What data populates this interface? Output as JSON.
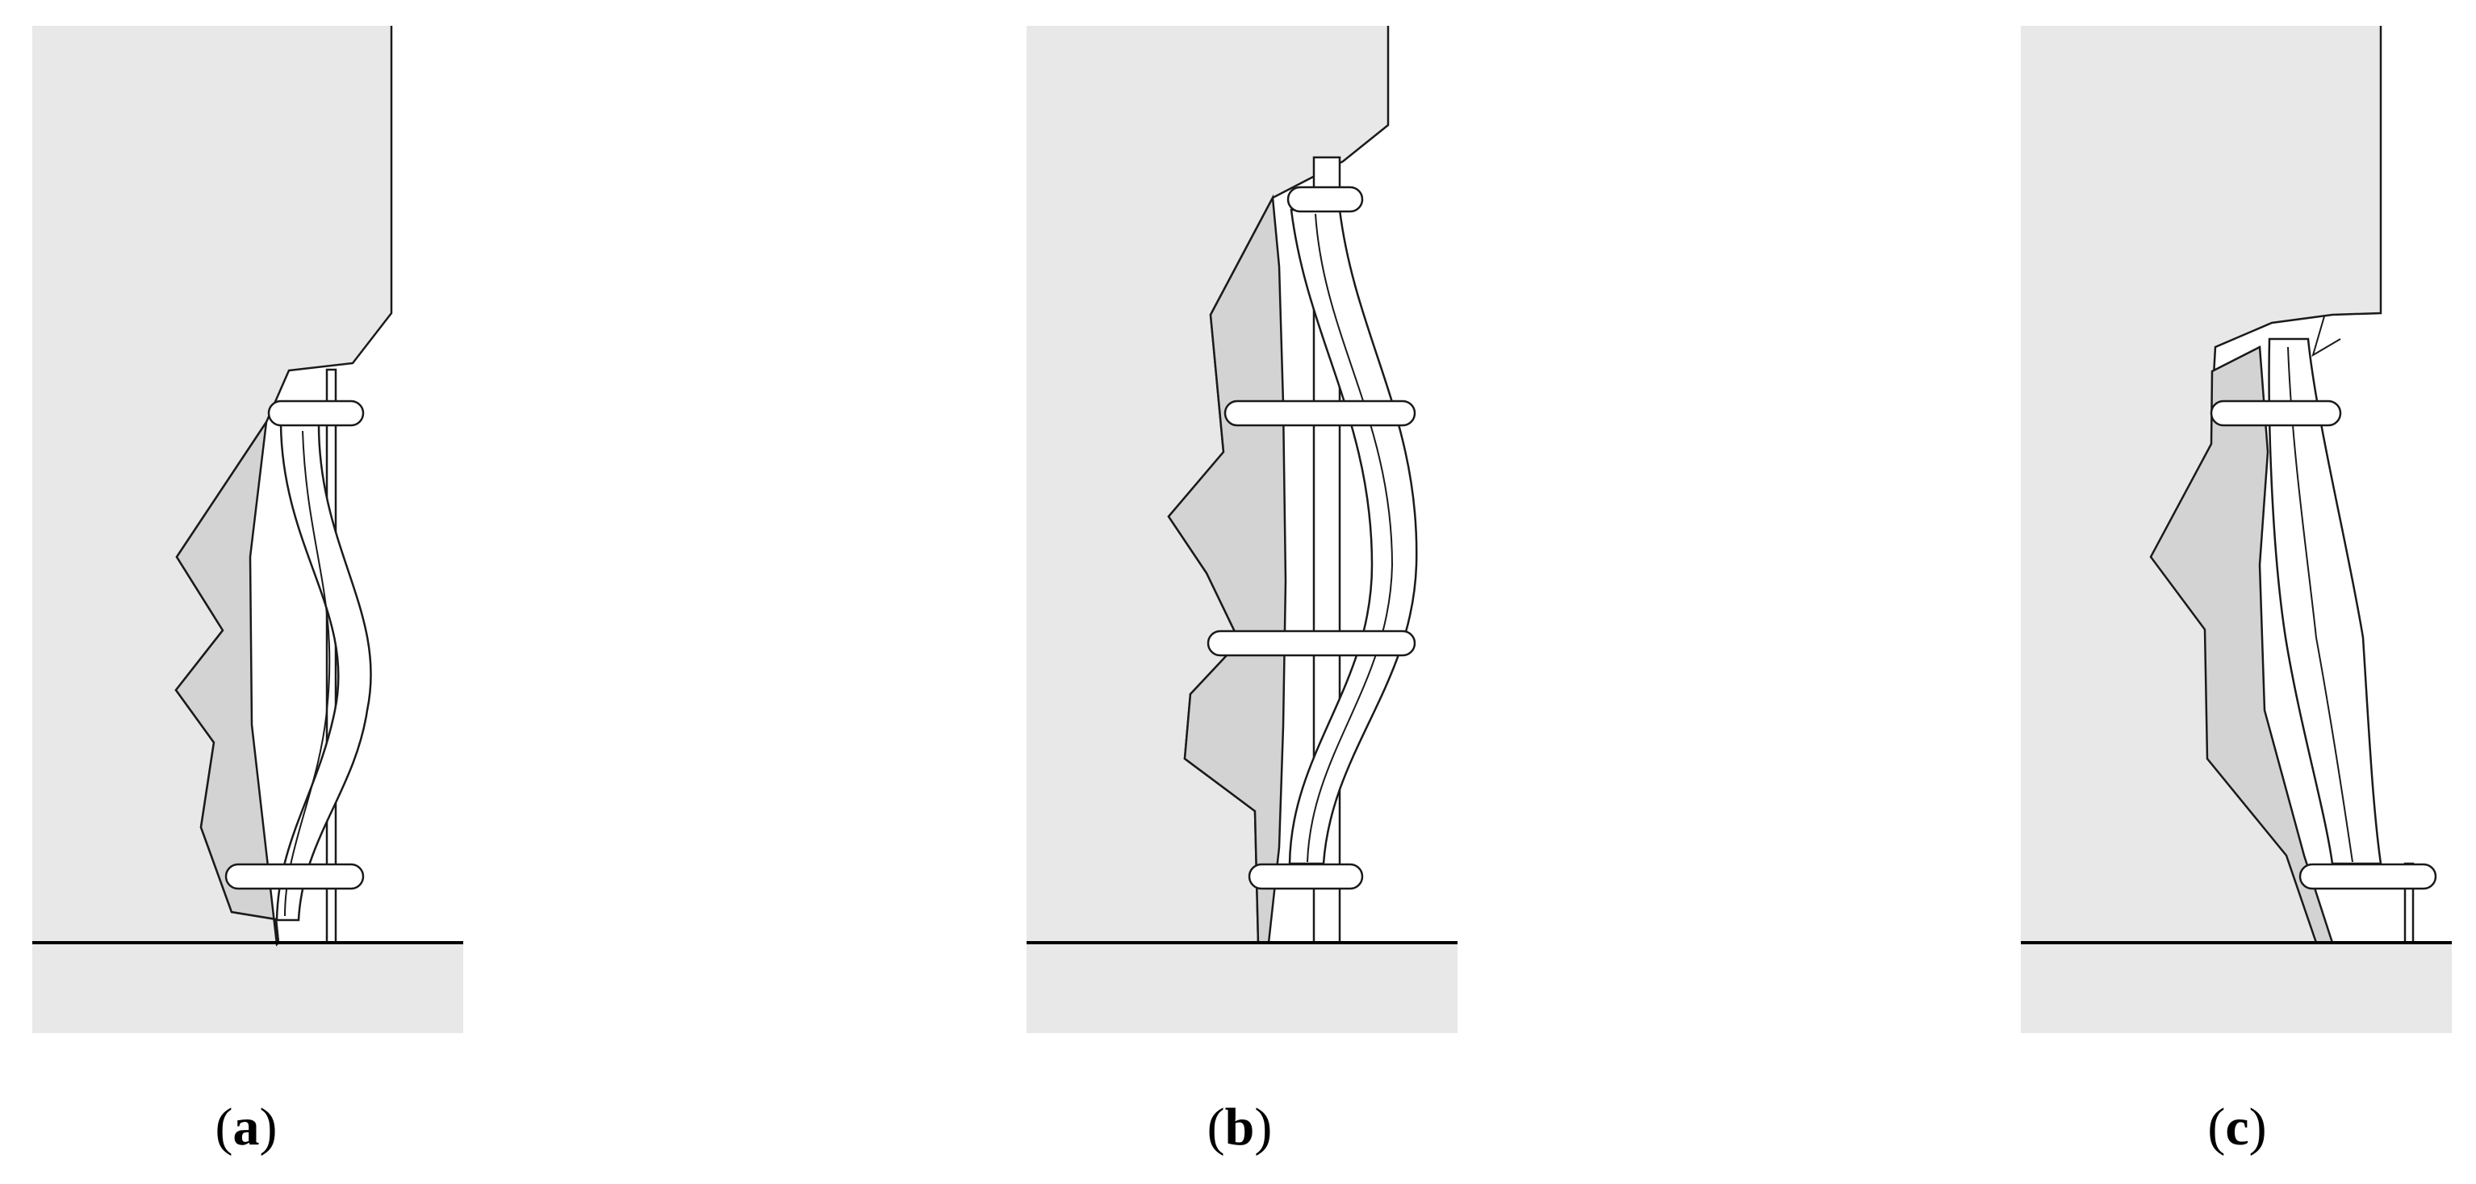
{
  "figure": {
    "panels": [
      {
        "id": "a",
        "label": "a",
        "open": "(",
        "close": ")"
      },
      {
        "id": "b",
        "label": "b",
        "open": "(",
        "close": ")"
      },
      {
        "id": "c",
        "label": "c",
        "open": "(",
        "close": ")"
      }
    ]
  },
  "colors": {
    "background": "#ffffff",
    "rock": "#e8e8e8",
    "buckled_zone": "#d3d3d3",
    "ground_line": "#000000",
    "outline": "#1a1a1a",
    "steel": "#ffffff"
  }
}
